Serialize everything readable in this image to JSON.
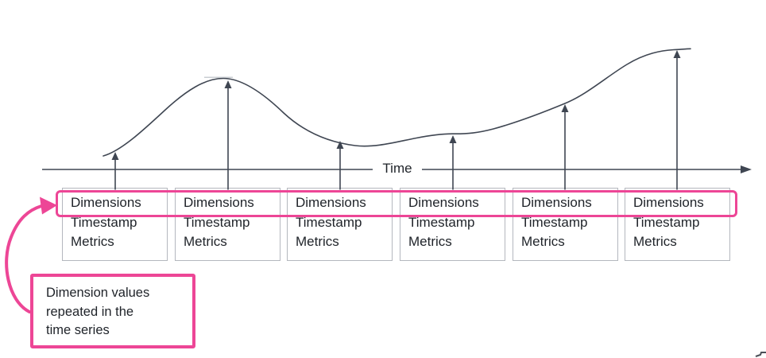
{
  "colors": {
    "pink": "#ED4696",
    "ink": "#3F4652",
    "box_border": "#B4B7BE",
    "text": "#1F2329"
  },
  "axis": {
    "label": "Time"
  },
  "records": [
    {
      "fields": [
        "Dimensions",
        "Timestamp",
        "Metrics"
      ]
    },
    {
      "fields": [
        "Dimensions",
        "Timestamp",
        "Metrics"
      ]
    },
    {
      "fields": [
        "Dimensions",
        "Timestamp",
        "Metrics"
      ]
    },
    {
      "fields": [
        "Dimensions",
        "Timestamp",
        "Metrics"
      ]
    },
    {
      "fields": [
        "Dimensions",
        "Timestamp",
        "Metrics"
      ]
    },
    {
      "fields": [
        "Dimensions",
        "Timestamp",
        "Metrics"
      ]
    }
  ],
  "callout": {
    "text": "Dimension values\nrepeated in the\ntime series"
  }
}
